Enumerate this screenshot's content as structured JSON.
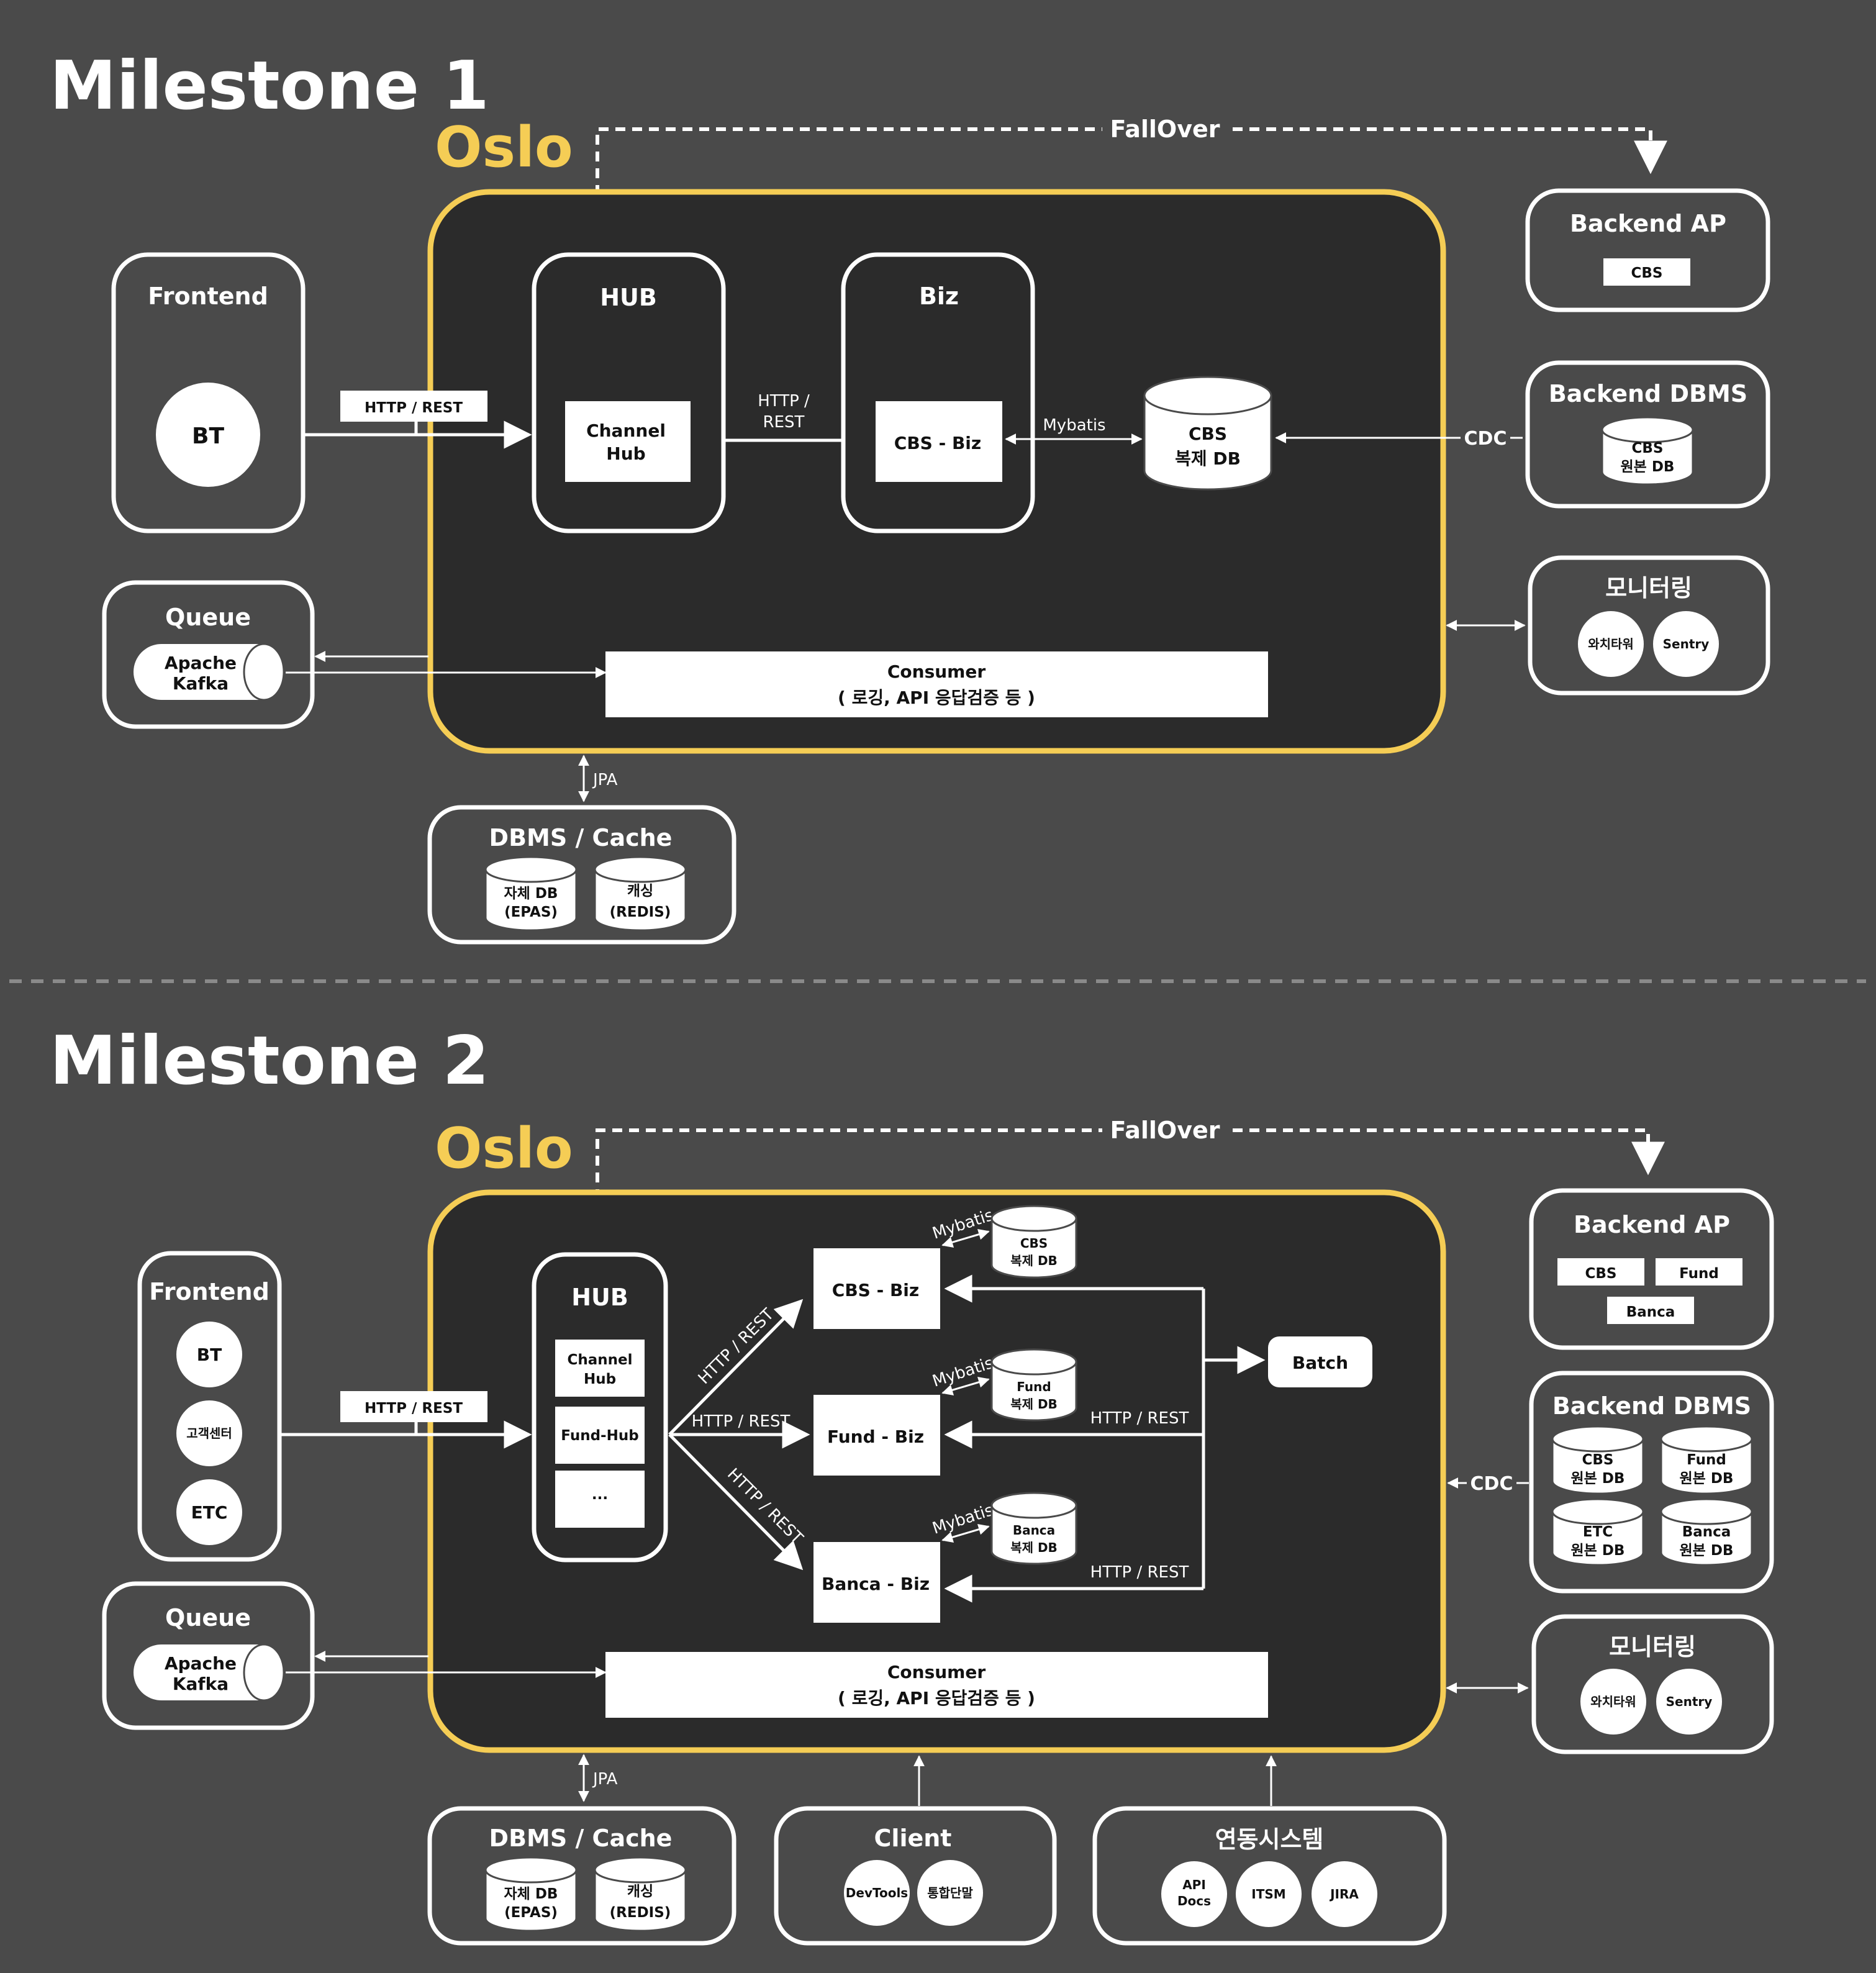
{
  "milestone1": {
    "title": "Milestone 1",
    "oslo": "Oslo",
    "fallover": "FallOver",
    "frontend": {
      "title": "Frontend",
      "items": [
        "BT"
      ]
    },
    "http_rest": "HTTP / REST",
    "hub": {
      "title": "HUB",
      "items": [
        [
          "Channel",
          "Hub"
        ]
      ]
    },
    "http_rest_stacked": [
      "HTTP /",
      "REST"
    ],
    "biz": {
      "title": "Biz",
      "items": [
        "CBS - Biz"
      ]
    },
    "mybatis": "Mybatis",
    "cbs_replica_db": [
      "CBS",
      "복제 DB"
    ],
    "cdc": "CDC",
    "queue": {
      "title": "Queue",
      "kafka": [
        "Apache",
        "Kafka"
      ]
    },
    "consumer": [
      "Consumer",
      "( 로깅, API 응답검증 등 )"
    ],
    "jpa": "JPA",
    "dbms_cache": {
      "title": "DBMS / Cache",
      "items": [
        [
          "자체 DB",
          "(EPAS)"
        ],
        [
          "캐싱",
          "(REDIS)"
        ]
      ]
    },
    "backend_ap": {
      "title": "Backend AP",
      "items": [
        "CBS"
      ]
    },
    "backend_dbms": {
      "title": "Backend DBMS",
      "items": [
        [
          "CBS",
          "원본 DB"
        ]
      ]
    },
    "monitoring": {
      "title": "모니터링",
      "items": [
        "와치타워",
        "Sentry"
      ]
    }
  },
  "milestone2": {
    "title": "Milestone 2",
    "oslo": "Oslo",
    "fallover": "FallOver",
    "frontend": {
      "title": "Frontend",
      "items": [
        "BT",
        "고객센터",
        "ETC"
      ]
    },
    "http_rest": "HTTP / REST",
    "hub": {
      "title": "HUB",
      "items": [
        [
          "Channel",
          "Hub"
        ],
        [
          "Fund-Hub"
        ],
        [
          "..."
        ]
      ]
    },
    "links": {
      "up": "HTTP / REST",
      "mid": "HTTP / REST",
      "down": "HTTP / REST"
    },
    "biz": [
      "CBS - Biz",
      "Fund - Biz",
      "Banca - Biz"
    ],
    "mybatis": "Mybatis",
    "replica_dbs": [
      [
        "CBS",
        "복제 DB"
      ],
      [
        "Fund",
        "복제 DB"
      ],
      [
        "Banca",
        "복제 DB"
      ]
    ],
    "batch": "Batch",
    "batch_links": [
      "HTTP / REST",
      "HTTP / REST"
    ],
    "cdc": "CDC",
    "queue": {
      "title": "Queue",
      "kafka": [
        "Apache",
        "Kafka"
      ]
    },
    "consumer": [
      "Consumer",
      "( 로깅, API 응답검증 등 )"
    ],
    "jpa": "JPA",
    "dbms_cache": {
      "title": "DBMS / Cache",
      "items": [
        [
          "자체 DB",
          "(EPAS)"
        ],
        [
          "캐싱",
          "(REDIS)"
        ]
      ]
    },
    "client": {
      "title": "Client",
      "items": [
        "DevTools",
        "통합단말"
      ]
    },
    "integration": {
      "title": "연동시스템",
      "items": [
        [
          "API",
          "Docs"
        ],
        [
          "ITSM"
        ],
        [
          "JIRA"
        ]
      ]
    },
    "backend_ap": {
      "title": "Backend AP",
      "items": [
        "CBS",
        "Fund",
        "Banca"
      ]
    },
    "backend_dbms": {
      "title": "Backend DBMS",
      "items": [
        [
          "CBS",
          "원본 DB"
        ],
        [
          "Fund",
          "원본 DB"
        ],
        [
          "ETC",
          "원본 DB"
        ],
        [
          "Banca",
          "원본 DB"
        ]
      ]
    },
    "monitoring": {
      "title": "모니터링",
      "items": [
        "와치타워",
        "Sentry"
      ]
    }
  },
  "colors": {
    "background": "#4a4a4a",
    "oslo_border": "#f5cd55",
    "panel": "#2b2b2b",
    "line": "#ffffff"
  }
}
